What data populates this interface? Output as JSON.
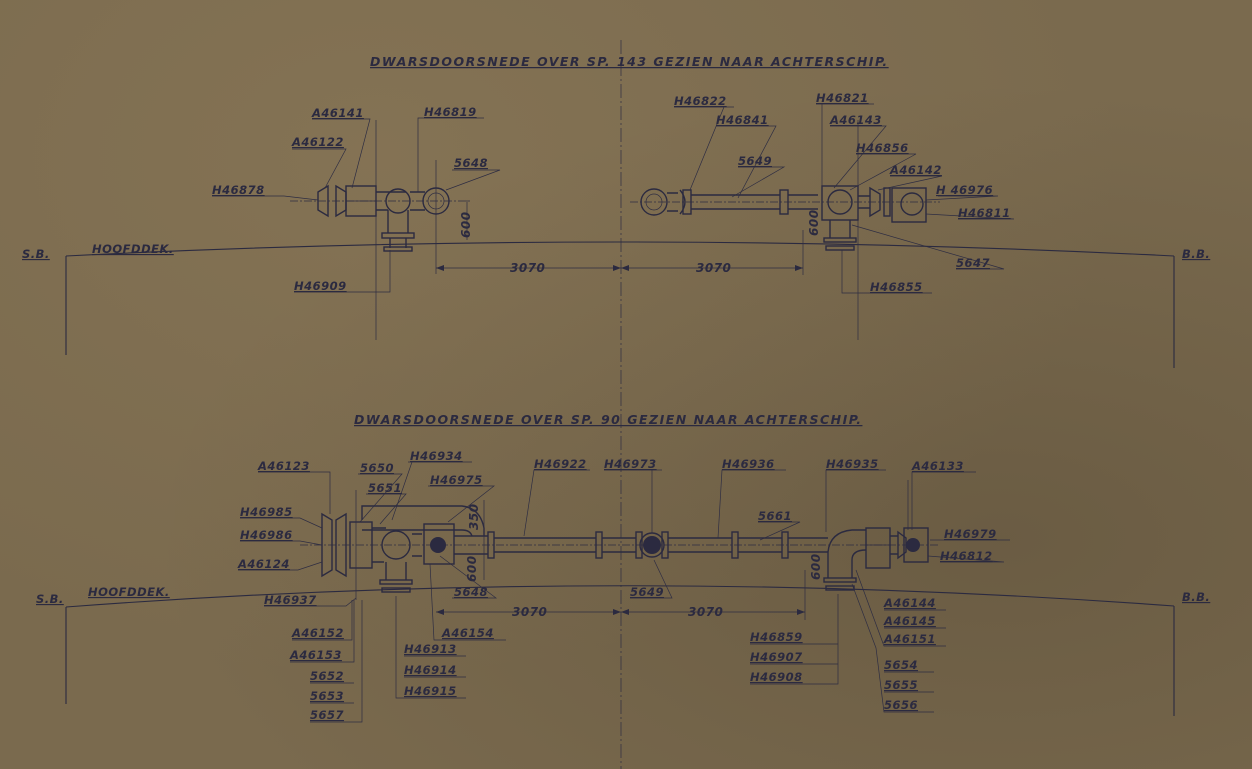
{
  "colors": {
    "paper": "#7a6a4e",
    "ink": "#2b2a40"
  },
  "top": {
    "title": "DWARSDOORSNEDE OVER SP. 143 GEZIEN NAAR ACHTERSCHIP.",
    "sb": "S.B.",
    "bb": "B.B.",
    "deck": "HOOFDDEK.",
    "dim_left": "3070",
    "dim_right": "3070",
    "dim_vert_left": "600",
    "dim_vert_right": "600",
    "labels": {
      "a46141": "A46141",
      "a46122": "A46122",
      "h46819": "H46819",
      "n5648": "5648",
      "h46878": "H46878",
      "h46909": "H46909",
      "h46822": "H46822",
      "h46841": "H46841",
      "n5649": "5649",
      "h46821": "H46821",
      "a46143": "A46143",
      "h46856": "H46856",
      "a46142": "A46142",
      "h46976": "H 46976",
      "h46811": "H46811",
      "n5647": "5647",
      "h46855": "H46855"
    }
  },
  "bottom": {
    "title": "DWARSDOORSNEDE OVER SP. 90 GEZIEN NAAR ACHTERSCHIP.",
    "sb": "S.B.",
    "bb": "B.B.",
    "deck": "HOOFDDEK.",
    "dim_left": "3070",
    "dim_right": "3070",
    "dim_vert_left": "600",
    "dim_vert_350": "350",
    "dim_vert_right": "600",
    "labels": {
      "a46123": "A46123",
      "n5650": "5650",
      "h46934": "H46934",
      "n5651": "5651",
      "h46975": "H46975",
      "h46922": "H46922",
      "h46973": "H46973",
      "h46936": "H46936",
      "h46935": "H46935",
      "a46133": "A46133",
      "h46985": "H46985",
      "h46986": "H46986",
      "a46124": "A46124",
      "n5661": "5661",
      "h46979": "H46979",
      "h46812": "H46812",
      "h46937": "H46937",
      "n5648": "5648",
      "n5649": "5649",
      "a46152": "A46152",
      "a46153": "A46153",
      "a46154": "A46154",
      "n5652": "5652",
      "n5653": "5653",
      "n5657": "5657",
      "h46913": "H46913",
      "h46914": "H46914",
      "h46915": "H46915",
      "h46859": "H46859",
      "h46907": "H46907",
      "h46908": "H46908",
      "a46144": "A46144",
      "a46145": "A46145",
      "a46151": "A46151",
      "n5654": "5654",
      "n5655": "5655",
      "n5656": "5656"
    }
  }
}
